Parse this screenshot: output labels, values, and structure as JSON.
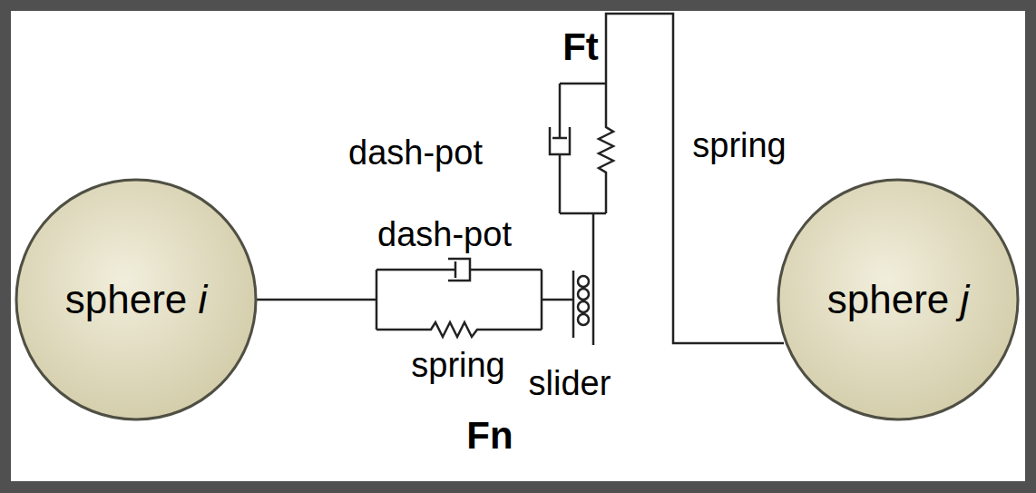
{
  "diagram": {
    "nodes": [
      {
        "text": [
          "sphere i"
        ]
      },
      {
        "text": [
          "sphere j"
        ]
      }
    ],
    "labels": [
      "Ft",
      "dash-pot",
      "spring",
      "dash-pot",
      "spring",
      "slider",
      "Fn"
    ]
  }
}
